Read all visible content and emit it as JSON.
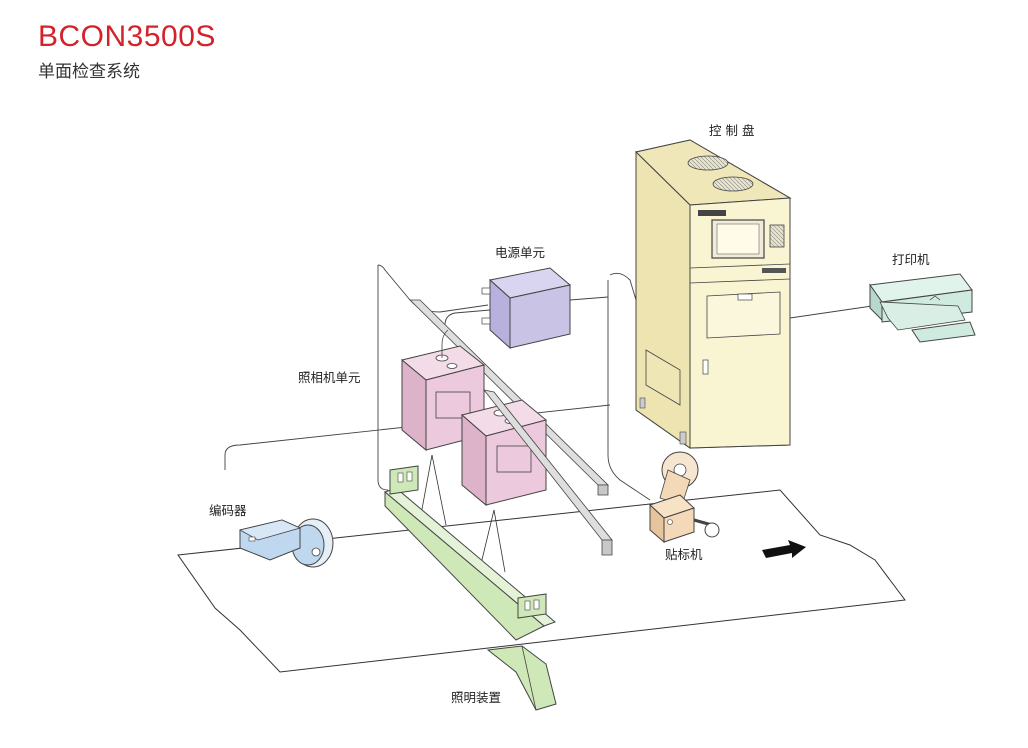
{
  "header": {
    "title": "BCON3500S",
    "subtitle": "单面检查系统"
  },
  "labels": {
    "control_panel": "控 制 盘",
    "power_unit": "电源单元",
    "printer": "打印机",
    "camera_unit": "照相机单元",
    "encoder": "编码器",
    "labeler": "贴标机",
    "lighting": "照明装置"
  },
  "colors": {
    "title_red": "#d4212a",
    "cabinet": "#f7f1c8",
    "power_unit": "#c9c3e6",
    "camera": "#ecc9dc",
    "lighting": "#cfe8b8",
    "printer": "#cfeadf",
    "encoder": "#bfd8ef",
    "labeler": "#f3d9b8",
    "rail": "#dedede"
  }
}
